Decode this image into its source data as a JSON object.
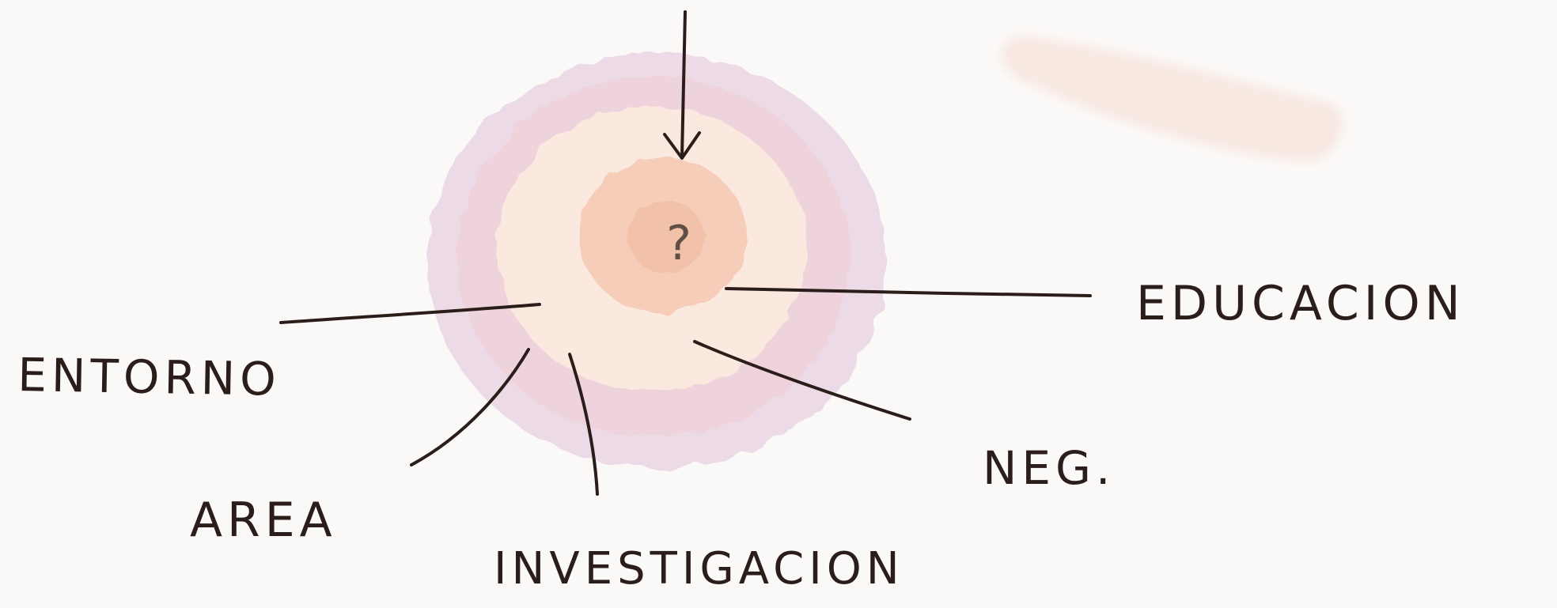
{
  "diagram": {
    "center": {
      "label": "?"
    },
    "labels": {
      "entorno": "ENTORNO",
      "educacion": "EDUCACION",
      "area": "AREA",
      "investigacion": "INVESTIGACION",
      "neg": "NEG."
    }
  }
}
